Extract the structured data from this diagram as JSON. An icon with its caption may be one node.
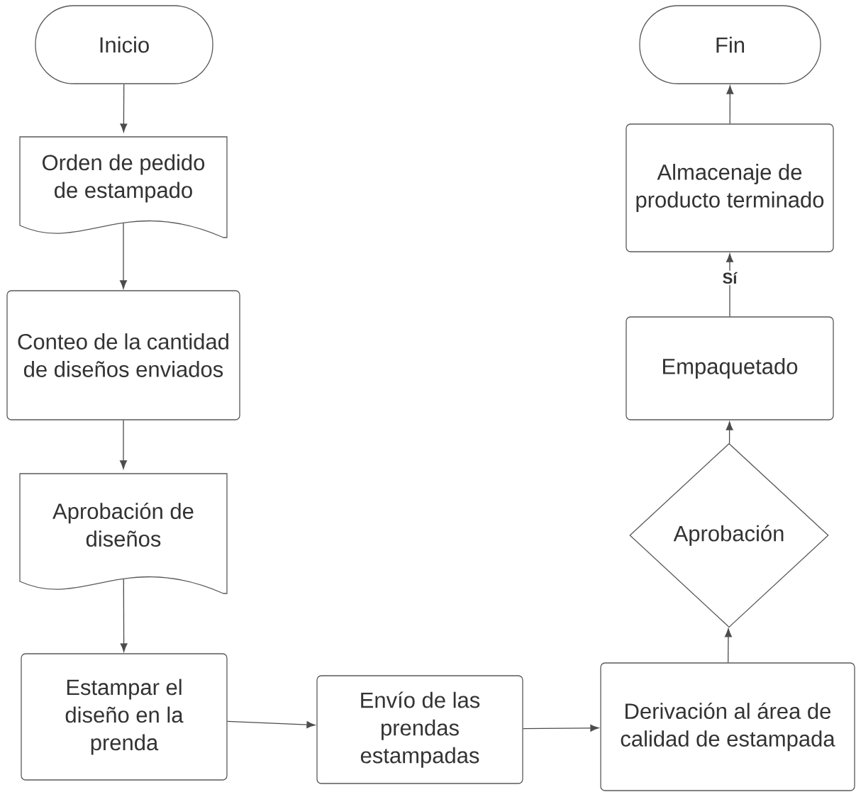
{
  "diagram": {
    "nodes": [
      {
        "text": [
          "Inicio"
        ]
      },
      {
        "text": [
          "Orden de pedido de estampado"
        ]
      },
      {
        "text": [
          "Conteo de la cantidad de diseños enviados"
        ]
      },
      {
        "text": [
          "Aprobación de diseños"
        ]
      },
      {
        "text": [
          "Estampar el diseño en la prenda"
        ]
      },
      {
        "text": [
          "Envío de las prendas estampadas"
        ]
      },
      {
        "text": [
          "Derivación al área de calidad de estampada"
        ]
      },
      {
        "text": [
          "Aprobación"
        ]
      },
      {
        "text": [
          "Empaquetado"
        ]
      },
      {
        "text": [
          "Almacenaje de producto terminado"
        ]
      },
      {
        "text": [
          "Fin"
        ]
      }
    ],
    "edges": [
      {
        "from": 0,
        "to": 1,
        "arrow": "to"
      },
      {
        "from": 1,
        "to": 2,
        "arrow": "to"
      },
      {
        "from": 2,
        "to": 3,
        "arrow": "to"
      },
      {
        "from": 3,
        "to": 4,
        "arrow": "to"
      },
      {
        "from": 4,
        "to": 5,
        "arrow": "to"
      },
      {
        "from": 5,
        "to": 6,
        "arrow": "to"
      },
      {
        "from": 6,
        "to": 7,
        "arrow": "to"
      },
      {
        "from": 7,
        "to": 8,
        "arrow": "to"
      },
      {
        "from": 8,
        "to": 9,
        "label": "Sí",
        "arrow": "to"
      },
      {
        "from": 9,
        "to": 10,
        "arrow": "to"
      }
    ]
  }
}
